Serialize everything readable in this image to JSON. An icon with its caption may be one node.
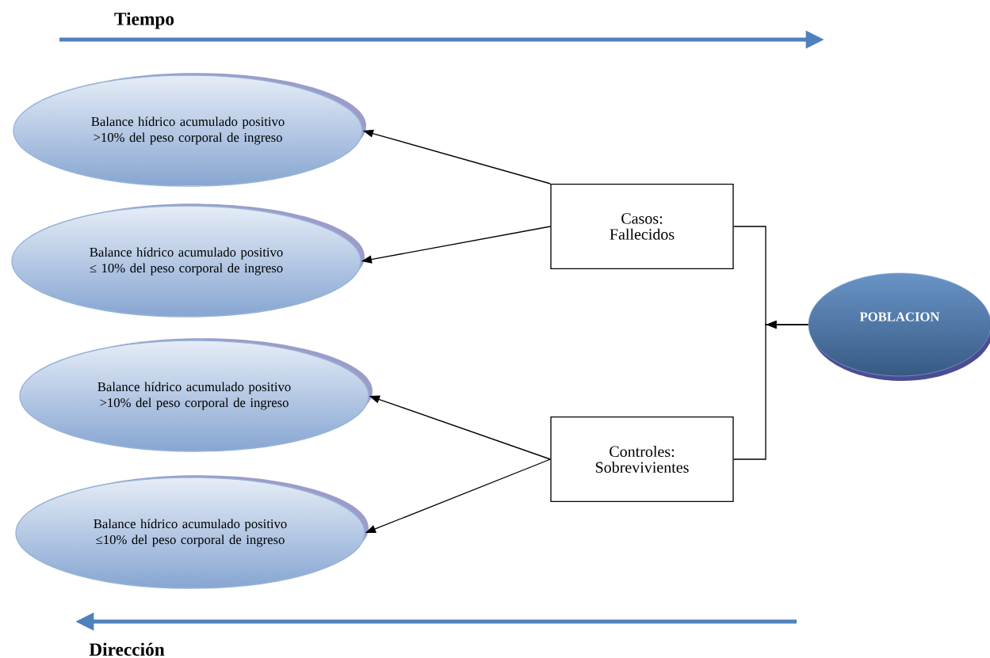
{
  "diagram": {
    "nodes": [
      {
        "text": [
          "Balance hídrico acumulado positivo >10% del peso corporal de ingreso"
        ]
      },
      {
        "text": [
          "Balance hídrico acumulado positivo ≤ 10% del peso corporal de ingreso"
        ]
      },
      {
        "text": [
          "Balance hídrico acumulado positivo >10% del peso corporal de ingreso"
        ]
      },
      {
        "text": [
          "Balance hídrico acumulado positivo ≤10% del peso corporal de ingreso"
        ]
      },
      {
        "text": [
          "Casos: Fallecidos"
        ]
      },
      {
        "text": [
          "Controles: Sobrevivientes"
        ]
      },
      {
        "text": [
          "POBLACION"
        ]
      }
    ],
    "edges": [
      {
        "from": 4,
        "to": 0,
        "arrow": "to"
      },
      {
        "from": 4,
        "to": 1,
        "arrow": "to"
      },
      {
        "from": 5,
        "to": 2,
        "arrow": "to"
      },
      {
        "from": 5,
        "to": 3,
        "arrow": "to"
      },
      {
        "from": 6,
        "to": 4,
        "arrow": "to"
      },
      {
        "from": 6,
        "to": 5,
        "arrow": "to"
      }
    ],
    "labels": [
      "Tiempo",
      "Dirección"
    ]
  }
}
